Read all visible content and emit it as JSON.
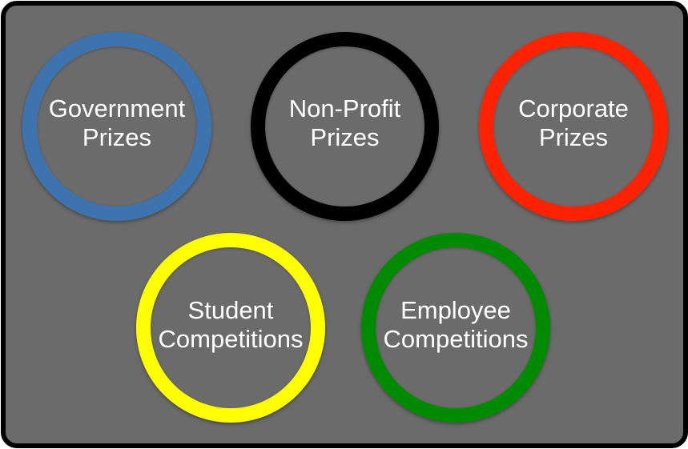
{
  "diagram": {
    "circles": [
      {
        "id": "government",
        "line1": "Government",
        "line2": "Prizes",
        "color": "#3d74b0"
      },
      {
        "id": "nonprofit",
        "line1": "Non-Profit",
        "line2": "Prizes",
        "color": "#000000"
      },
      {
        "id": "corporate",
        "line1": "Corporate",
        "line2": "Prizes",
        "color": "#ff2200"
      },
      {
        "id": "student",
        "line1": "Student",
        "line2": "Competitions",
        "color": "#ffff00"
      },
      {
        "id": "employee",
        "line1": "Employee",
        "line2": "Competitions",
        "color": "#008a00"
      }
    ],
    "background_color": "#6b6b6b",
    "frame_color": "#000000"
  }
}
